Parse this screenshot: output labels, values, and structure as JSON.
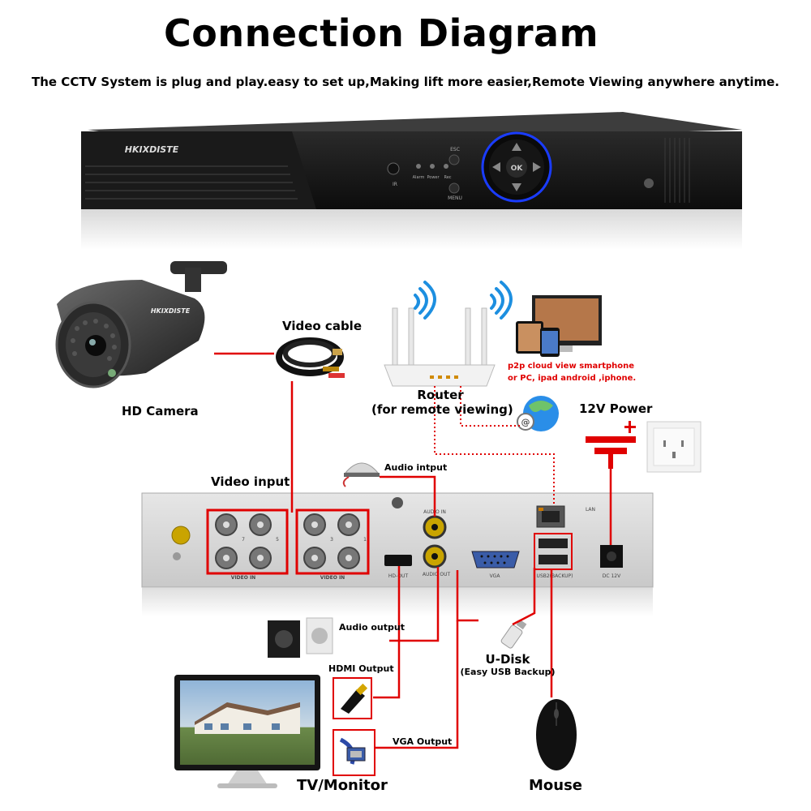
{
  "header": {
    "title": "Connection Diagram",
    "subtitle": "The CCTV System is plug and play.easy to set up,Making lift more easier,Remote Viewing anywhere anytime."
  },
  "dvr_front": {
    "brand": "HKIXDISTE",
    "led_ir": "IR",
    "led_alarm": "Alarm",
    "led_power": "Power",
    "led_rec": "Rec",
    "btn_esc": "ESC",
    "btn_menu": "MENU",
    "btn_ok": "OK"
  },
  "camera": {
    "label": "HD Camera",
    "brand": "HKIXDISTE"
  },
  "video_cable": {
    "label": "Video cable"
  },
  "router": {
    "label_line1": "Router",
    "label_line2": "(for remote viewing)"
  },
  "p2p": {
    "line1": "p2p cloud  view smartphone",
    "line2": "or PC, ipad android ,iphone."
  },
  "power": {
    "label": "12V Power"
  },
  "video_input": {
    "label": "Video input"
  },
  "audio_input": {
    "label": "Audio intput"
  },
  "dvr_back": {
    "video_in_left": "VIDEO IN",
    "video_in_right": "VIDEO IN",
    "hd_out": "HD-OUT",
    "audio_in": "AUDIO IN",
    "audio_out": "AUDIO OUT",
    "vga": "VGA",
    "lan": "LAN",
    "usb": "USB2(BACKUP)",
    "dc": "DC 12V",
    "ch7": "7",
    "ch5": "5",
    "ch3": "3",
    "ch1": "1"
  },
  "audio_output": {
    "label": "Audio output"
  },
  "hdmi_output": {
    "label": "HDMI Output"
  },
  "udisk": {
    "label": "U-Disk",
    "sub": "(Easy USB Backup)"
  },
  "vga_output": {
    "label": "VGA Output"
  },
  "monitor": {
    "label": "TV/Monitor"
  },
  "mouse": {
    "label": "Mouse"
  },
  "colors": {
    "accent": "#e00000",
    "device": "#1f1f1f",
    "panel": "#d8d8d8"
  }
}
